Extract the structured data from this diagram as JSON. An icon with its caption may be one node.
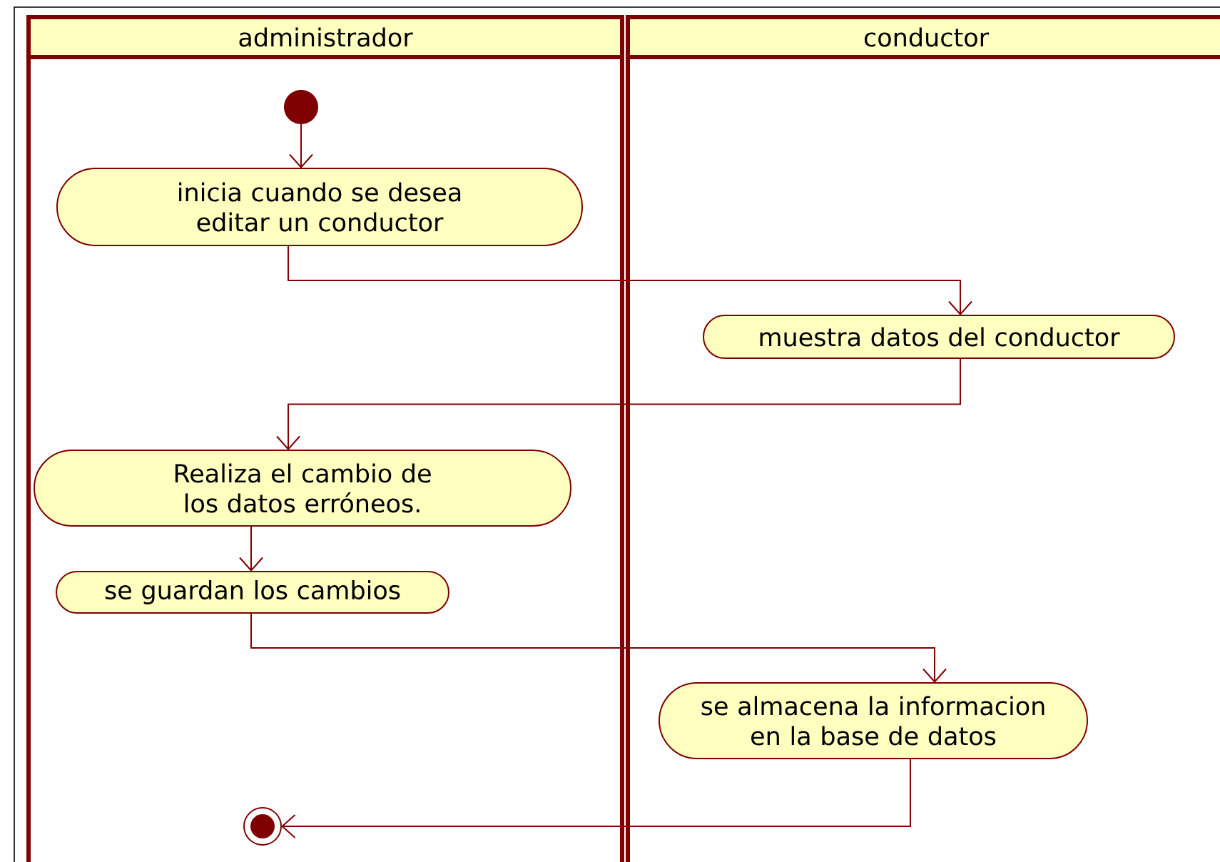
{
  "diagram": {
    "nodes": [
      {
        "text": [
          "administrador"
        ]
      },
      {
        "text": [
          "conductor"
        ]
      },
      {
        "text": [],
        "shape": "circle",
        "in": 0
      },
      {
        "text": [
          "inicia cuando se desea editar un conductor"
        ],
        "in": 0
      },
      {
        "text": [
          "muestra datos del conductor"
        ],
        "in": 1
      },
      {
        "text": [
          "Realiza el cambio de los datos erróneos."
        ],
        "in": 0
      },
      {
        "text": [
          "se guardan los cambios"
        ],
        "in": 0
      },
      {
        "text": [
          "se almacena la informacion en la base de datos"
        ],
        "in": 1
      },
      {
        "text": [],
        "shape": "circle",
        "in": 0
      }
    ],
    "edges": [
      {
        "from": 2,
        "to": 3,
        "arrow": "to"
      },
      {
        "from": 3,
        "to": 4,
        "arrow": "to"
      },
      {
        "from": 4,
        "to": 5,
        "arrow": "to"
      },
      {
        "from": 5,
        "to": 6,
        "arrow": "to"
      },
      {
        "from": 6,
        "to": 7,
        "arrow": "to"
      },
      {
        "from": 7,
        "to": 8,
        "arrow": "to"
      }
    ]
  }
}
